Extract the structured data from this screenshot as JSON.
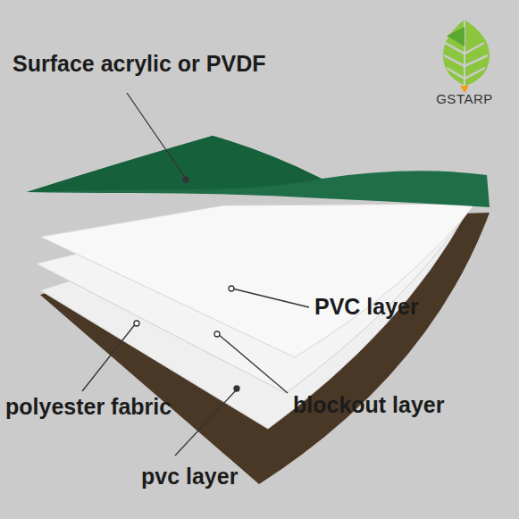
{
  "diagram": {
    "labels": [
      "Surface acrylic or PVDF",
      "GSTARP",
      "PVC layer",
      "polyester fabric",
      "blockout layer",
      "pvc layer"
    ]
  }
}
